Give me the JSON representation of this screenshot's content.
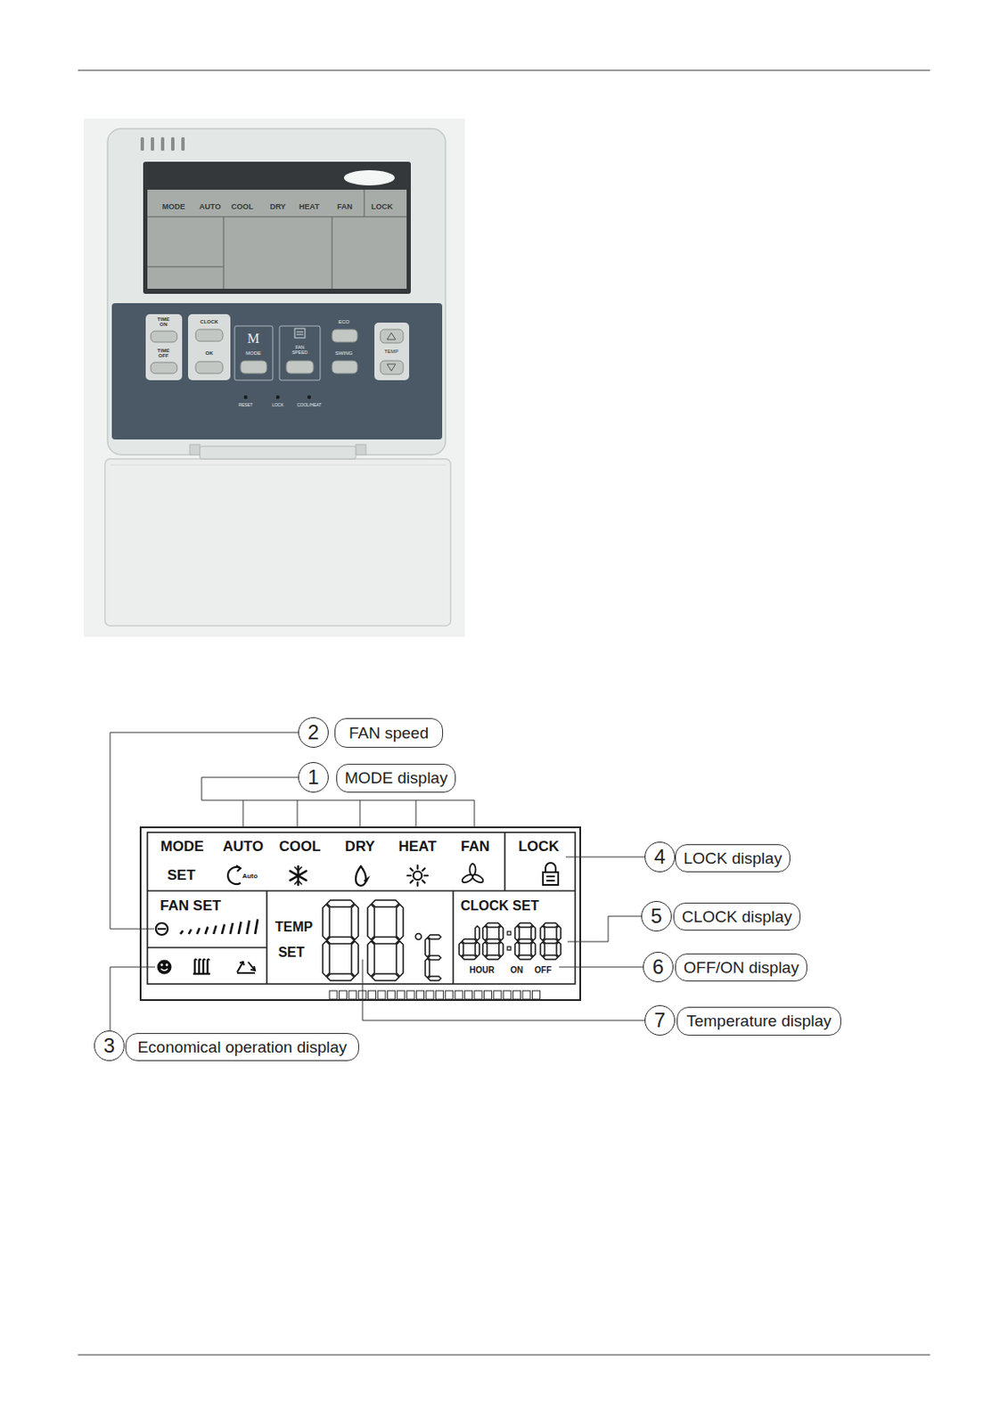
{
  "diagram": {
    "nodes": [
      {
        "text": [
          "2"
        ]
      },
      {
        "text": [
          "FAN speed"
        ]
      },
      {
        "text": [
          "1"
        ]
      },
      {
        "text": [
          "MODE display"
        ]
      },
      {
        "text": [
          "4"
        ]
      },
      {
        "text": [
          "LOCK display"
        ]
      },
      {
        "text": [
          "5"
        ]
      },
      {
        "text": [
          "CLOCK display"
        ]
      },
      {
        "text": [
          "6"
        ]
      },
      {
        "text": [
          "OFF/ON display"
        ]
      },
      {
        "text": [
          "7"
        ]
      },
      {
        "text": [
          "Temperature display"
        ]
      },
      {
        "text": [
          "3"
        ]
      },
      {
        "text": [
          "Economical operation display"
        ]
      }
    ],
    "labels": [
      "MODE",
      "AUTO",
      "COOL",
      "DRY",
      "HEAT",
      "FAN",
      "LOCK",
      "TIME ON",
      "TIME OFF",
      "CLOCK",
      "OK",
      "M",
      "MODE",
      "FAN SPEED",
      "ECO",
      "SWING",
      "TEMP",
      "RESET",
      "LOCK",
      "COOL/HEAT",
      "MODE",
      "AUTO",
      "COOL",
      "DRY",
      "HEAT",
      "FAN",
      "LOCK",
      "SET",
      "Auto",
      "FAN SET",
      "TEMP",
      "SET",
      "CLOCK SET",
      "HOUR",
      "ON",
      "OFF"
    ]
  }
}
